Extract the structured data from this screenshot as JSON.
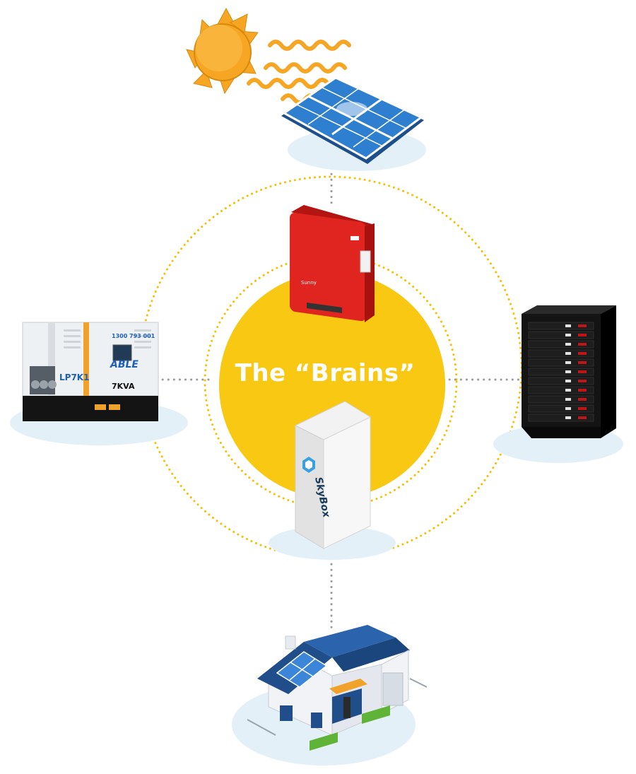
{
  "center": {
    "title": "The “Brains”"
  },
  "generator": {
    "model_label": "LP7K1",
    "brand_label": "ABLE",
    "rating_label": "7KVA",
    "phone_label": "1300 793 001"
  },
  "skybox": {
    "brand_label": "SkyBox"
  },
  "colors": {
    "hub_yellow": "#f5c000",
    "dotted_orbit": "#f5c000",
    "connector_gray": "#9a9a9a",
    "shadow_blue": "#e4f0f8",
    "inverter_red": "#e0241f",
    "sun_orange": "#f6a623",
    "panel_blue": "#2f7fd0",
    "battery_black": "#141414",
    "skybox_blue": "#3aa0e0"
  },
  "icons": [
    "sun-icon",
    "solar-panel-icon",
    "inverter-icon",
    "generator-icon",
    "battery-rack-icon",
    "skybox-cabinet-icon",
    "house-icon"
  ]
}
